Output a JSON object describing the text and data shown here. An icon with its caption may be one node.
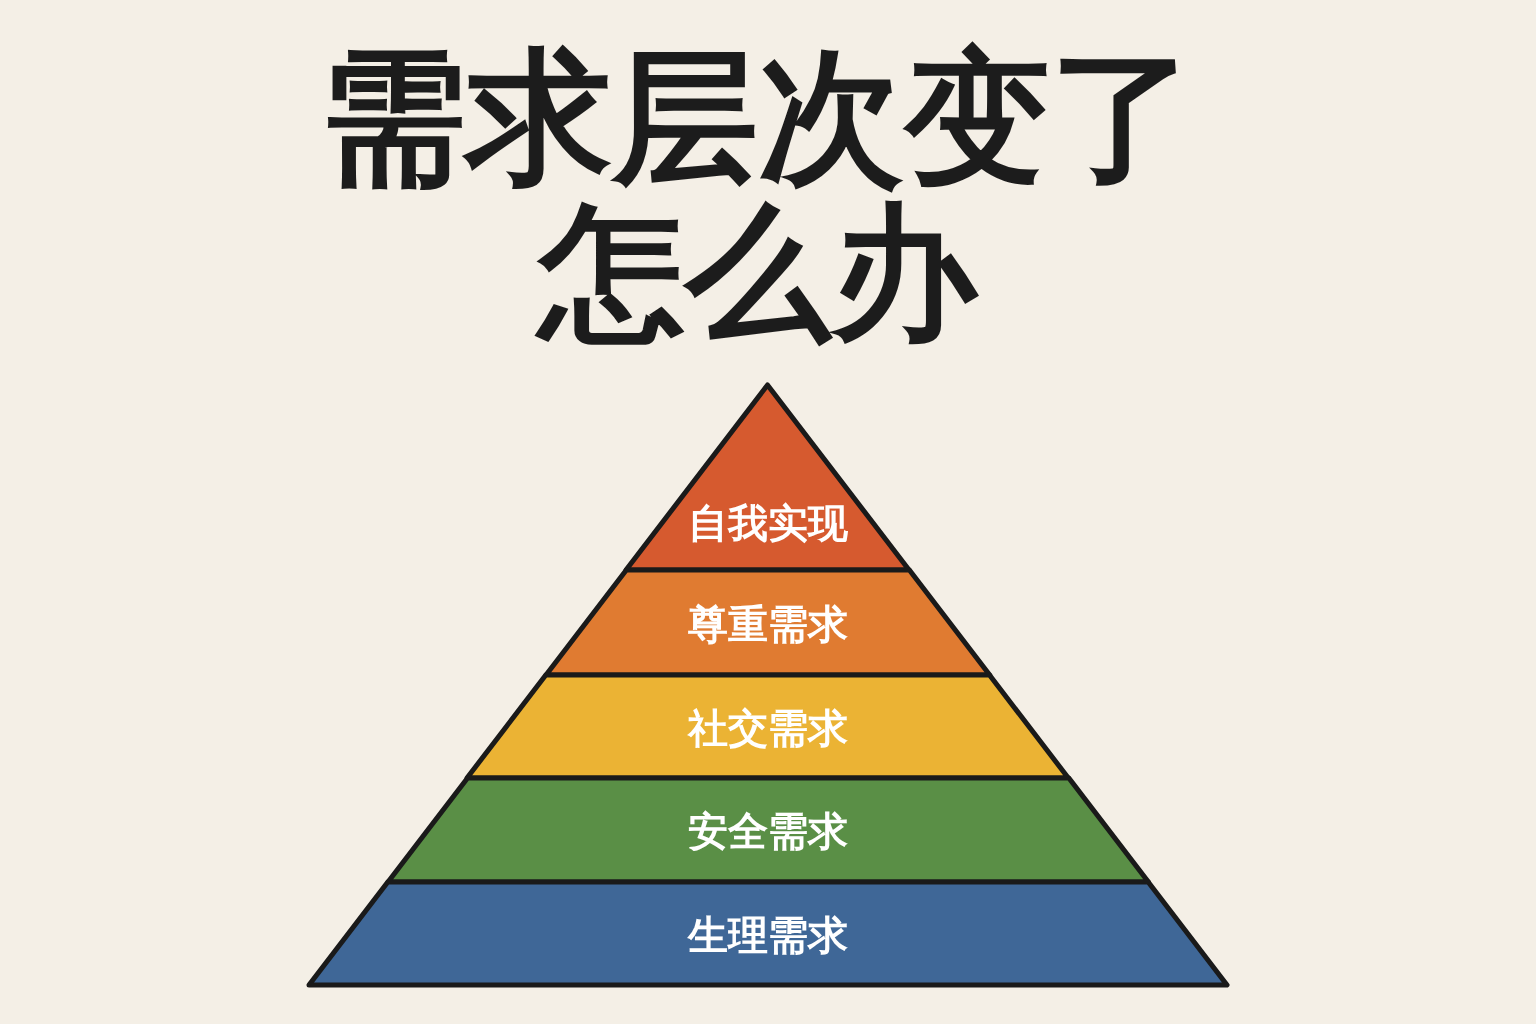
{
  "diagram": {
    "title": "需求层次变了怎么办",
    "nodes": [
      {
        "text": [
          "自我实现"
        ]
      },
      {
        "text": [
          "尊重需求"
        ]
      },
      {
        "text": [
          "社交需求"
        ]
      },
      {
        "text": [
          "安全需求"
        ]
      },
      {
        "text": [
          "生理需求"
        ]
      }
    ]
  }
}
